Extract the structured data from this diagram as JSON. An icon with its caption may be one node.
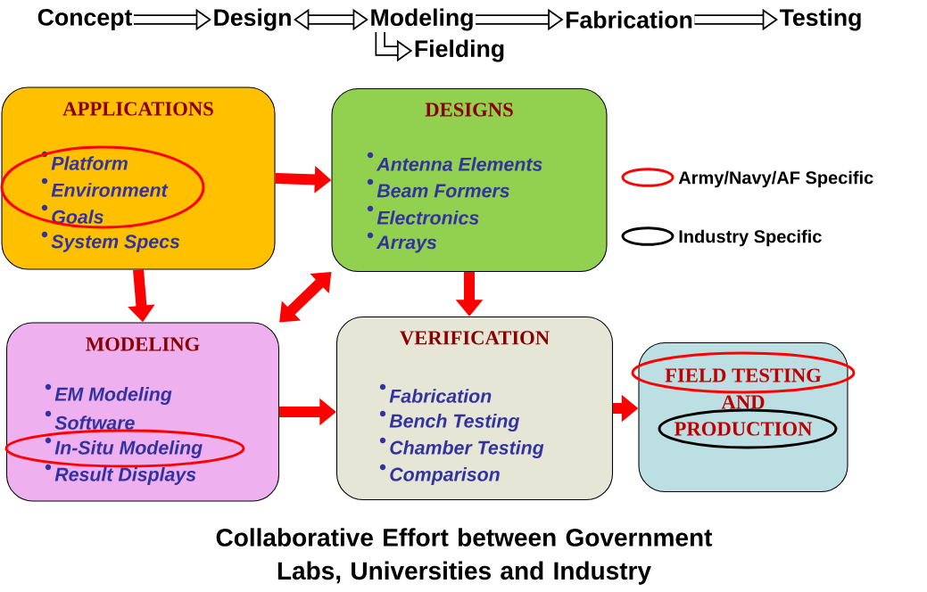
{
  "diagram": {
    "caption": "Collaborative Effort between Government Labs, Universities and Industry",
    "nodes": [
      {
        "text": [
          "Concept"
        ]
      },
      {
        "text": [
          "Design"
        ]
      },
      {
        "text": [
          "Modeling"
        ]
      },
      {
        "text": [
          "Fabrication"
        ]
      },
      {
        "text": [
          "Testing"
        ]
      },
      {
        "text": [
          "Fielding"
        ]
      },
      {
        "text": [
          "APPLICATIONS",
          "Platform",
          "Environment",
          "Goals",
          "System Specs"
        ]
      },
      {
        "text": [
          "DESIGNS",
          "Antenna Elements",
          "Beam Formers",
          "Electronics",
          "Arrays"
        ]
      },
      {
        "text": [
          "MODELING",
          "EM Modeling",
          "Software",
          "In-Situ Modeling",
          "Result Displays"
        ]
      },
      {
        "text": [
          "VERIFICATION",
          "Fabrication",
          "Bench Testing",
          "Chamber Testing",
          "Comparison"
        ]
      },
      {
        "text": [
          "FIELD TESTING",
          "AND",
          "PRODUCTION"
        ]
      }
    ],
    "edges": [
      {
        "from": 0,
        "to": 1,
        "arrow": "to",
        "color": "#000000"
      },
      {
        "from": 1,
        "to": 2,
        "arrow": "both",
        "color": "#000000"
      },
      {
        "from": 2,
        "to": 3,
        "arrow": "to",
        "color": "#000000"
      },
      {
        "from": 3,
        "to": 4,
        "arrow": "to",
        "color": "#000000"
      },
      {
        "from": 2,
        "to": 5,
        "arrow": "to",
        "color": "#000000"
      },
      {
        "from": 6,
        "to": 7,
        "arrow": "to"
      },
      {
        "from": 6,
        "to": 8,
        "arrow": "to"
      },
      {
        "from": 7,
        "to": 9,
        "arrow": "to"
      },
      {
        "from": 7,
        "to": 8,
        "arrow": "both"
      },
      {
        "from": 8,
        "to": 9,
        "arrow": "to"
      },
      {
        "from": 9,
        "to": 10,
        "arrow": "to"
      }
    ],
    "legend": [
      {
        "text": "Army/Navy/AF Specific"
      },
      {
        "text": "Industry Specific"
      }
    ]
  }
}
